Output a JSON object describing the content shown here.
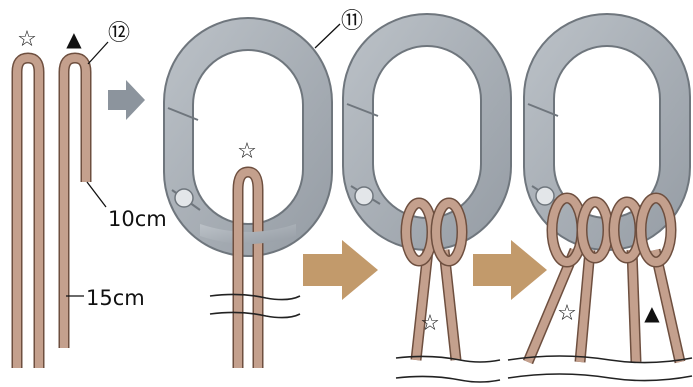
{
  "markers": {
    "star": "☆",
    "triangle": "▲",
    "part_11": "⑪",
    "part_12": "⑫"
  },
  "measurements": {
    "fold_length": "10cm",
    "cord_length": "15cm"
  },
  "colors": {
    "cord": "#c4a08d",
    "cord_outline": "#6e4f3f",
    "carabiner": "#a3aab1",
    "carabiner_outline": "#6f767d",
    "arrow_step1": "#8c949d",
    "arrow_step2": "#c29a6b"
  },
  "icons": [
    "star-marker-icon",
    "triangle-marker-icon",
    "arrow-right-icon",
    "carabiner-ring-icon"
  ]
}
